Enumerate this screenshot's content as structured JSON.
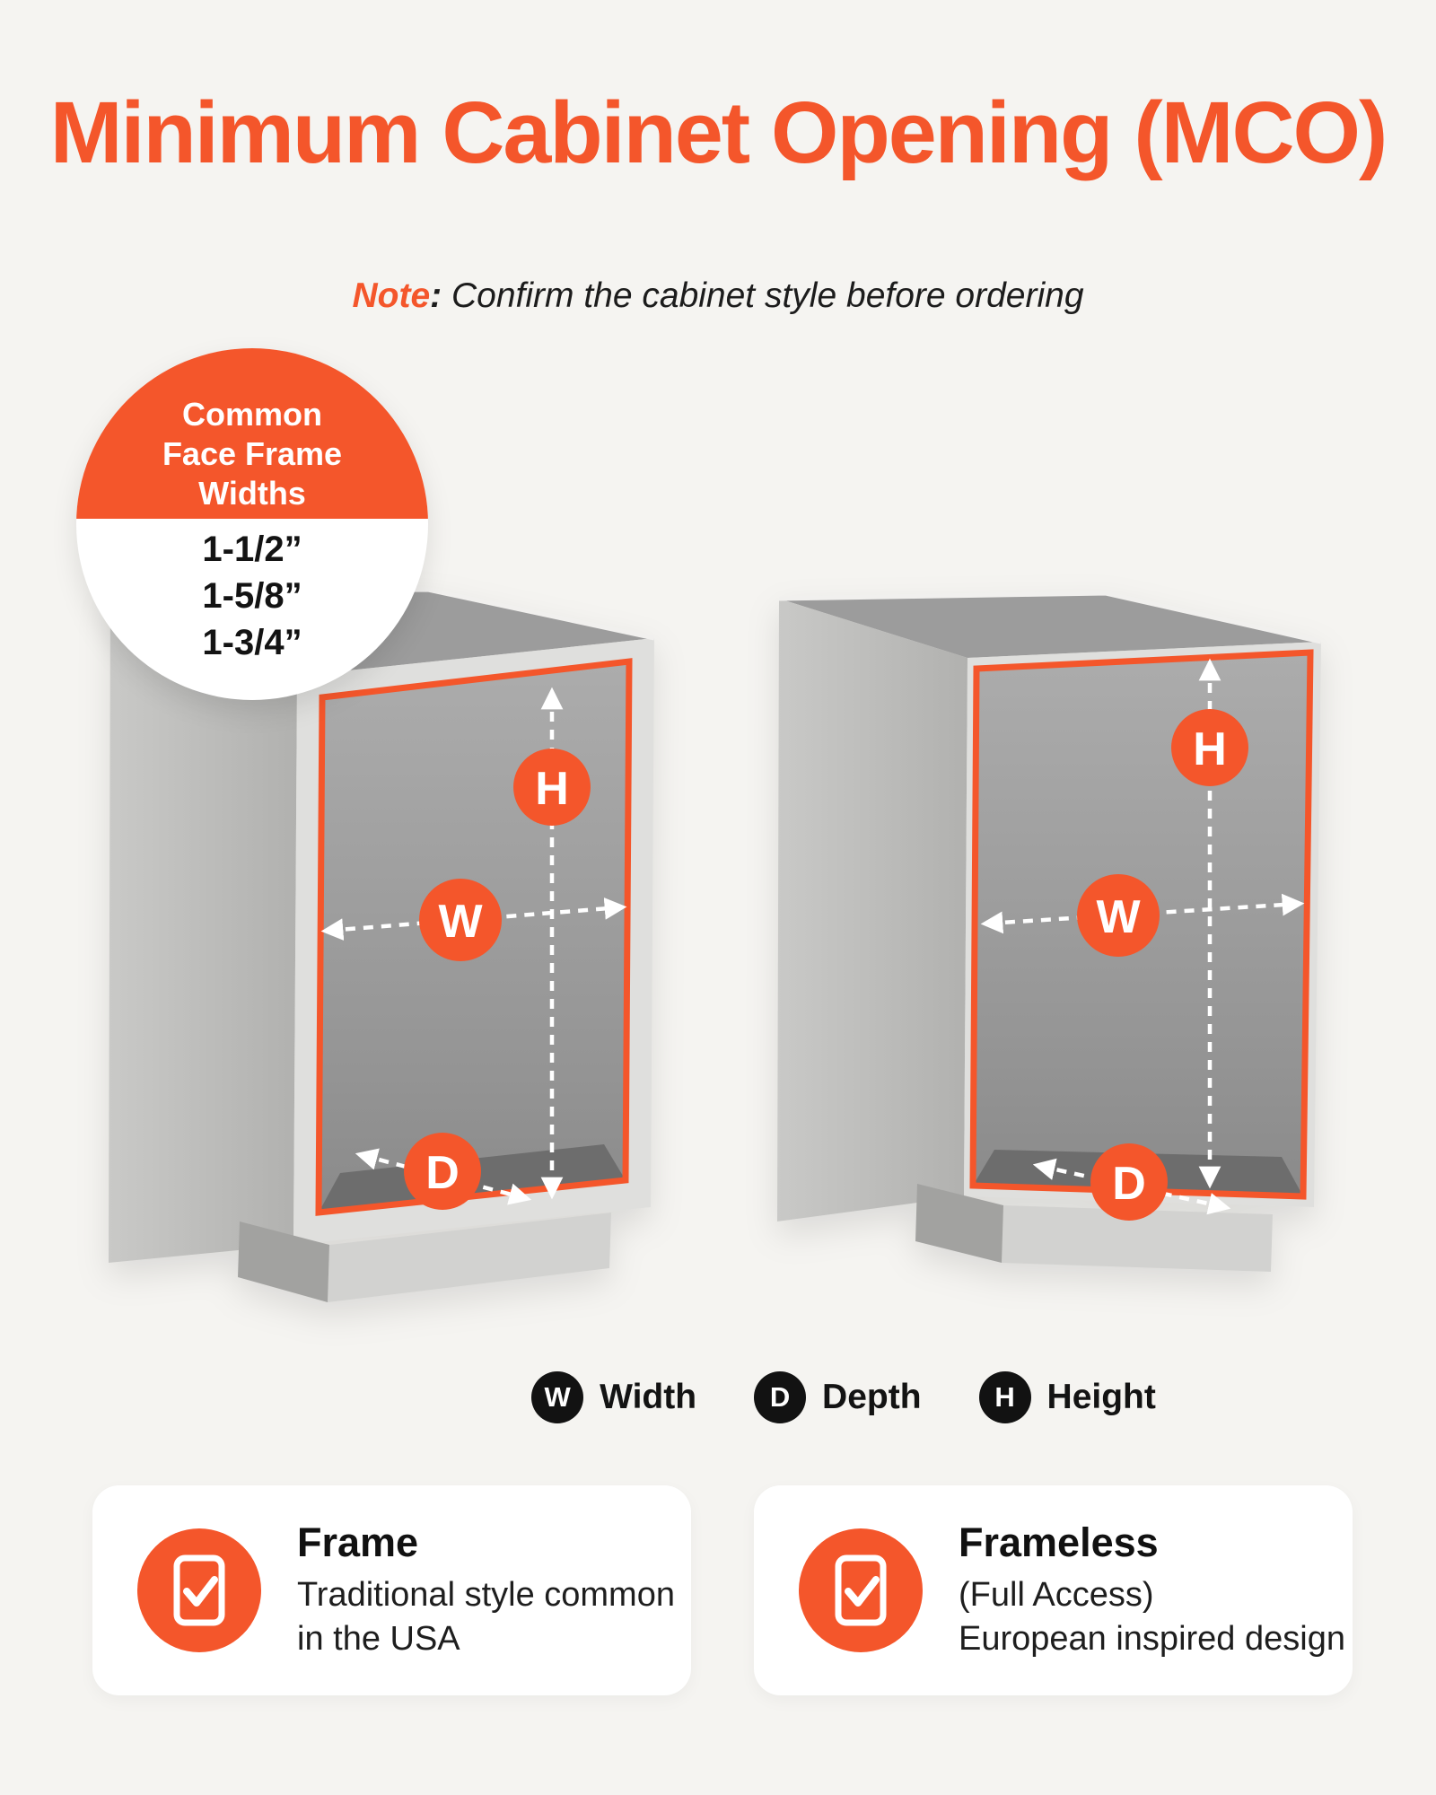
{
  "page": {
    "background": "#f5f4f1",
    "accent_orange": "#f4562b",
    "legend_black": "#121212"
  },
  "title": "Minimum Cabinet Opening (MCO)",
  "note": {
    "label": "Note",
    "separator": ":",
    "text": " Confirm the cabinet style before ordering"
  },
  "badge": {
    "heading_lines": [
      "Common",
      "Face Frame",
      "Widths"
    ],
    "widths": [
      "1-1/2”",
      "1-5/8”",
      "1-3/4”"
    ]
  },
  "dimension_labels": {
    "width": "W",
    "depth": "D",
    "height": "H"
  },
  "legend": [
    {
      "symbol": "W",
      "label": "Width"
    },
    {
      "symbol": "D",
      "label": "Depth"
    },
    {
      "symbol": "H",
      "label": "Height"
    }
  ],
  "cards": [
    {
      "title": "Frame",
      "lines": [
        "Traditional style common",
        "in the USA"
      ]
    },
    {
      "title": "Frameless",
      "lines": [
        "(Full Access)",
        "European inspired design"
      ]
    }
  ]
}
